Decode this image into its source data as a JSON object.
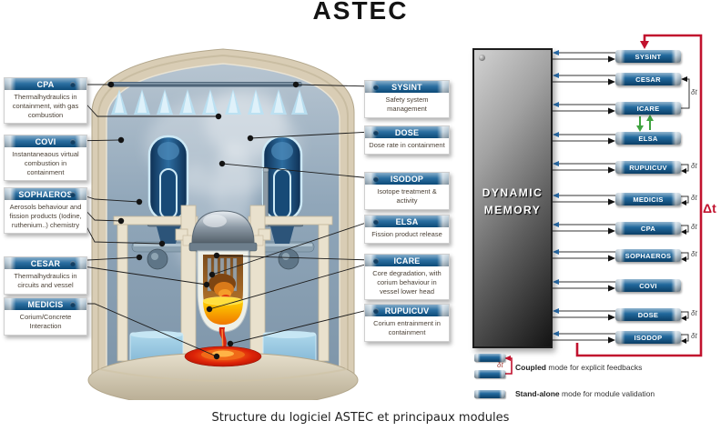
{
  "title": "ASTEC",
  "caption": "Structure du logiciel ASTEC et principaux modules",
  "colors": {
    "module_blue": "#0f5c95",
    "loop_red": "#c1122e",
    "feedback_green": "#3fa33f",
    "containment_beige": "#d9cdb5"
  },
  "left_labels": [
    {
      "title": "CPA",
      "desc": "Thermalhydraulics in containment, with gas combustion"
    },
    {
      "title": "COVI",
      "desc": "Instantaneaous virtual combustion in containment"
    },
    {
      "title": "SOPHAEROS",
      "desc": "Aerosols behaviour and fission products (Iodine, ruthenium..) chemistry"
    },
    {
      "title": "CESAR",
      "desc": "Thermalhydraulics in circuits and vessel"
    },
    {
      "title": "MEDICIS",
      "desc": "Corium/Concrete Interaction"
    }
  ],
  "right_labels": [
    {
      "title": "SYSINT",
      "desc": "Safety system management"
    },
    {
      "title": "DOSE",
      "desc": "Dose rate in containment"
    },
    {
      "title": "ISODOP",
      "desc": "Isotope treatment & activity"
    },
    {
      "title": "ELSA",
      "desc": "Fission product release"
    },
    {
      "title": "ICARE",
      "desc": "Core degradation, with corium behaviour in vessel lower head"
    },
    {
      "title": "RUPUICUV",
      "desc": "Corium entrainment in containment"
    }
  ],
  "memory": {
    "line1": "DYNAMIC",
    "line2": "MEMORY"
  },
  "memory_modules": [
    {
      "label": "SYSINT"
    },
    {
      "label": "CESAR"
    },
    {
      "label": "ICARE"
    },
    {
      "label": "ELSA"
    },
    {
      "label": "RUPUICUV"
    },
    {
      "label": "MEDICIS"
    },
    {
      "label": "CPA"
    },
    {
      "label": "SOPHAEROS"
    },
    {
      "label": "COVI"
    },
    {
      "label": "DOSE"
    },
    {
      "label": "ISODOP"
    }
  ],
  "labels": {
    "dt_small": "δt",
    "dt_big": "Δt"
  },
  "legend": {
    "coupled_bold": "Coupled",
    "coupled_rest": " mode for explicit feedbacks",
    "standalone_bold": "Stand-alone",
    "standalone_rest": " mode for module validation"
  }
}
